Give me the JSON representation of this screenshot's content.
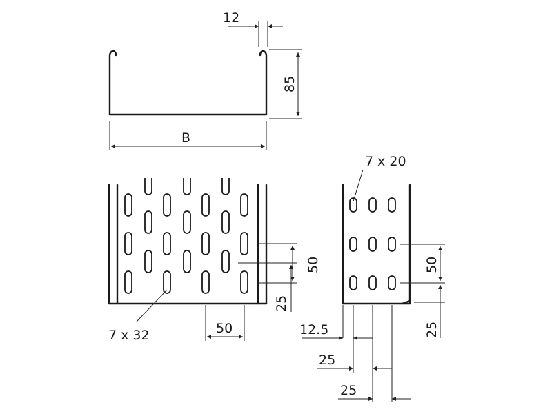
{
  "dimensions": {
    "lip_width": "12",
    "height": "85",
    "width": "B",
    "side_slot": "7 x 20",
    "base_slot": "7 x 32",
    "base_spacing": "50",
    "base_edge": "25",
    "base_pitch": "50",
    "side_pitch": "50",
    "side_edge": "25",
    "side_offset": "12.5",
    "side_spacing_1": "25",
    "side_spacing_2": "25"
  }
}
